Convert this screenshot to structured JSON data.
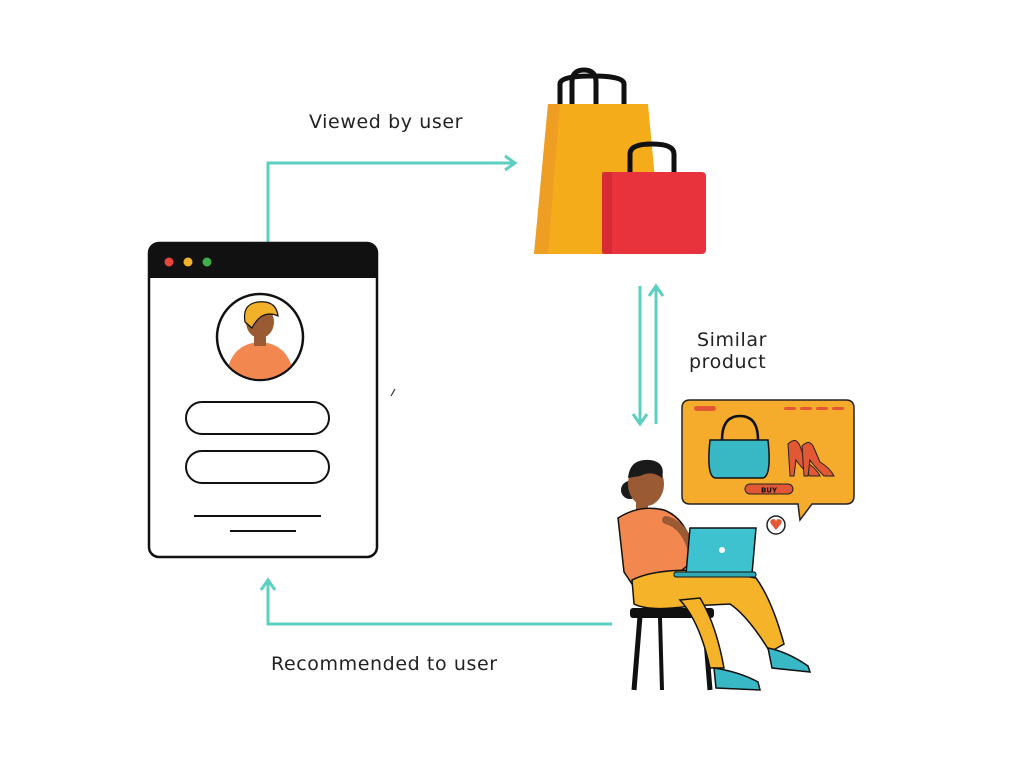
{
  "labels": {
    "viewed": "Viewed by user",
    "similar_line1": "Similar",
    "similar_line2": "product",
    "recommended": "Recommended to user",
    "buy": "BUY"
  },
  "colors": {
    "arrow": "#5ccfc0",
    "bag_orange": "#f5ac1b",
    "bag_red": "#e8333d",
    "skin": "#9a5a34",
    "shirt": "#f2874f",
    "pants": "#f5b32a",
    "laptop": "#3fc2cf",
    "screen_panel": "#f5ac2c",
    "purse": "#37b8c4",
    "heels": "#e25835",
    "window_bar": "#111111",
    "dot_red": "#e8453c",
    "dot_yellow": "#f2b12a",
    "dot_green": "#3fae49"
  },
  "icons": [
    "browser-window-icon",
    "shopping-bags-icon",
    "person-laptop-icon",
    "product-screen-icon",
    "heart-icon"
  ]
}
